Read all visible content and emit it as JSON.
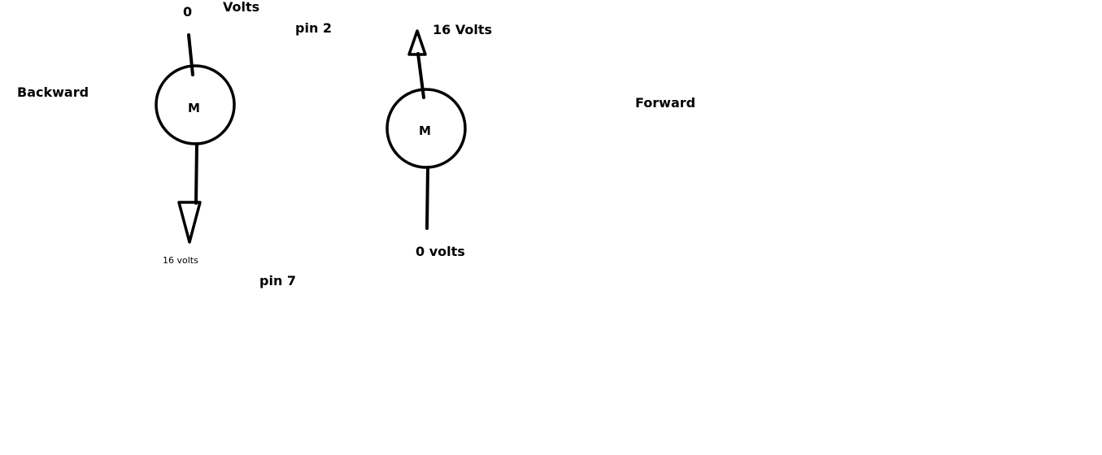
{
  "colors": {
    "background": "#ffffff",
    "stroke": "#000000"
  },
  "labels": {
    "backward": "Backward",
    "forward": "Forward",
    "pin_2": "pin 2",
    "pin_7": "pin 7",
    "left_top_value": "0",
    "left_top_unit": "Volts",
    "left_bottom": "16 volts",
    "right_top": "16 Volts",
    "right_bottom": "0 volts"
  },
  "motors": {
    "left": {
      "symbol": "M"
    },
    "right": {
      "symbol": "M"
    }
  }
}
